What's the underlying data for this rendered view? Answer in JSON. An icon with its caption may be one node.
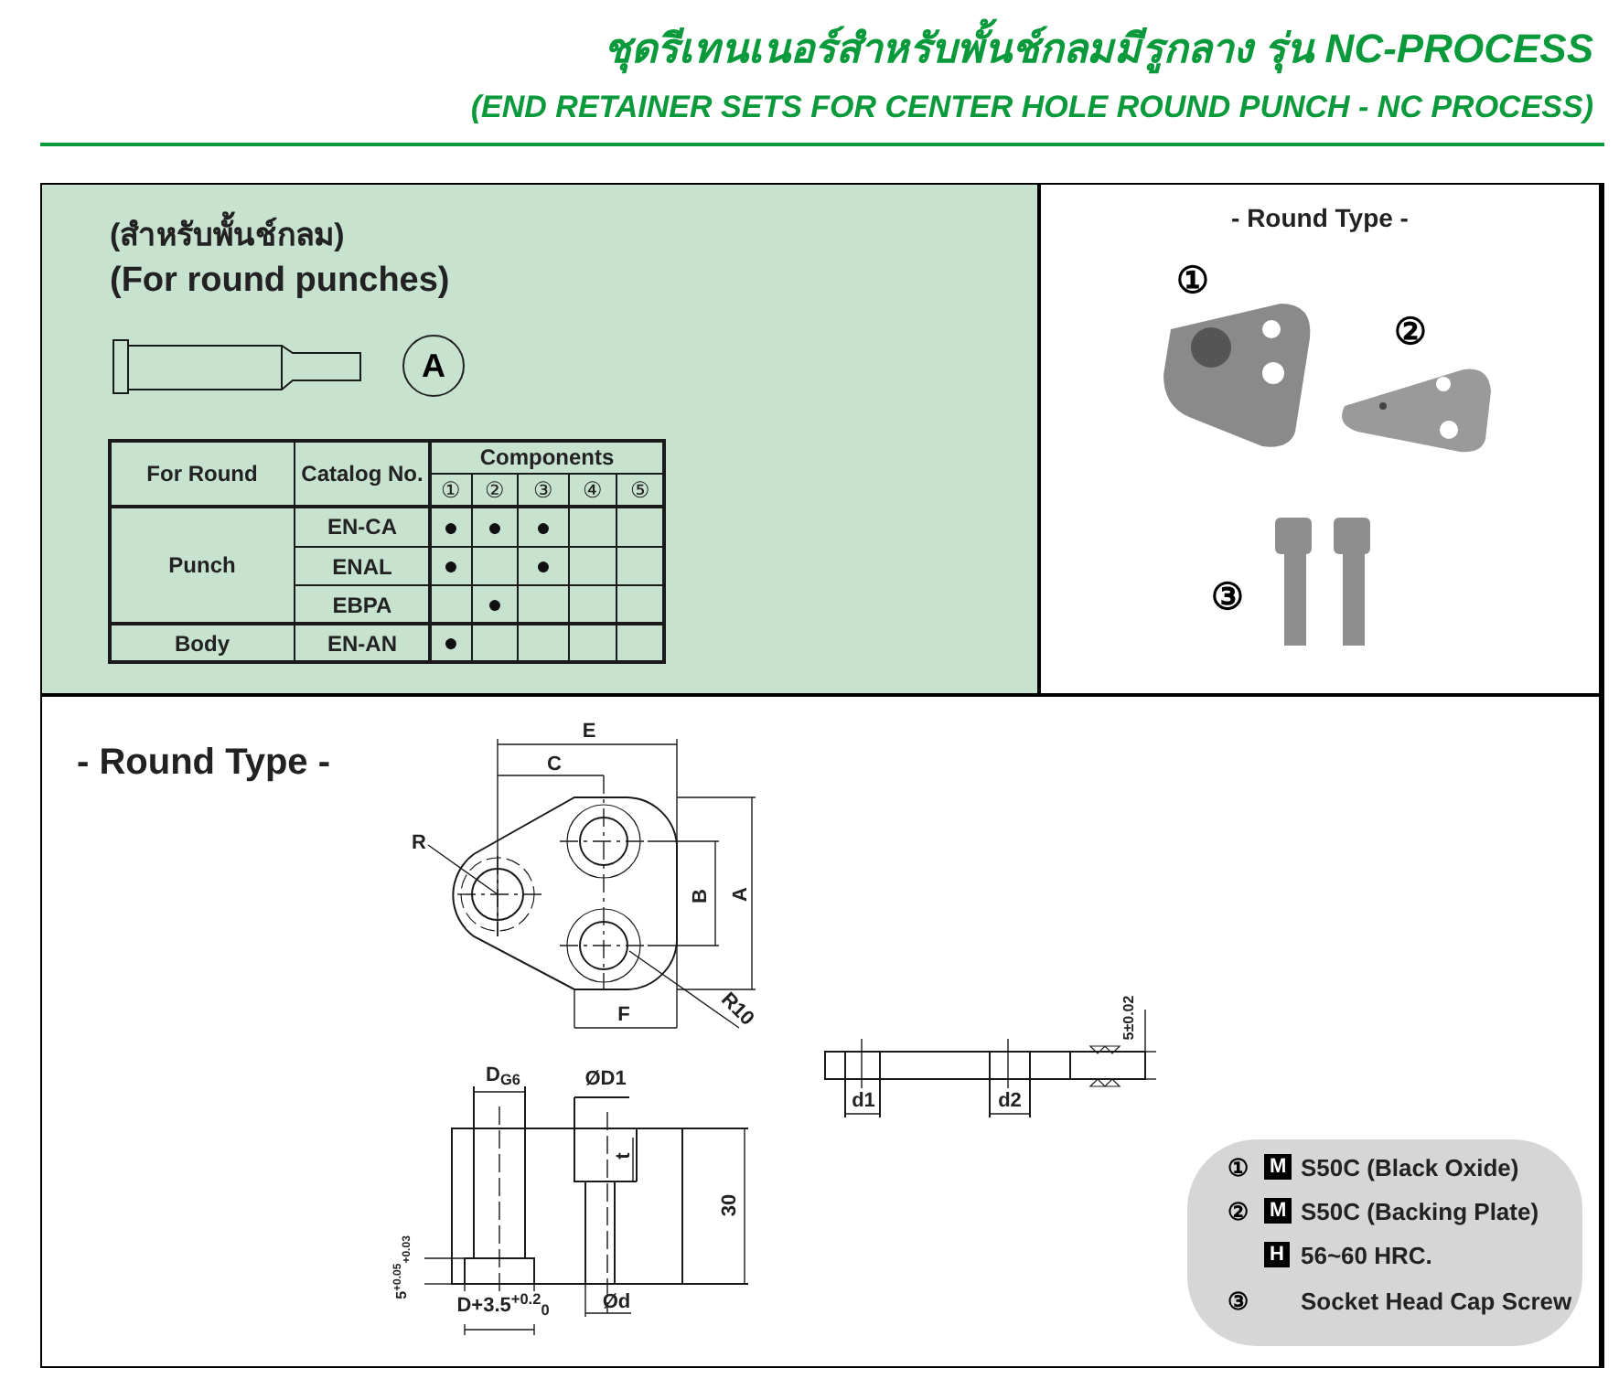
{
  "diagram": {
    "title": "ชุดรีเทนเนอร์สำหรับพั้นช์กลมมีรูกลาง รุ่น NC-PROCESS",
    "nodes": [
      {
        "text": [
          "(สำหรับพั้นช์กลม)",
          "(For round punches)"
        ]
      },
      {
        "text": [
          "A"
        ],
        "in": 0
      },
      {
        "text": [
          "- Round Type -"
        ]
      },
      {
        "text": [
          "- Round Type -"
        ]
      },
      {
        "text": [
          "①",
          "M",
          "S50C (Black Oxide)",
          "②",
          "M",
          "S50C (Backing Plate)",
          "H",
          "56~60 HRC.",
          "③",
          "Socket Head Cap Screw"
        ],
        "in": 3
      }
    ],
    "edges": [],
    "labels": [
      "(END RETAINER SETS FOR CENTER HOLE ROUND PUNCH - NC PROCESS)",
      "For Round",
      "Catalog No.",
      "Components",
      "①",
      "②",
      "③",
      "④",
      "⑤",
      "Punch",
      "EN-CA",
      "●",
      "●",
      "●",
      "ENAL",
      "●",
      "●",
      "EBPA",
      "●",
      "Body",
      "EN-AN",
      "●",
      "①",
      "②",
      "③",
      "E",
      "C",
      "R",
      "B",
      "A",
      "F",
      "R10",
      "5±0.02",
      "d1",
      "d2",
      "D$_{G6}$",
      "ØD1",
      "t",
      "30",
      "5$^{+0.05}$$_{+0.03}$",
      "D+3.5$^{+0.2}$$_{0}$",
      "Ød"
    ]
  }
}
